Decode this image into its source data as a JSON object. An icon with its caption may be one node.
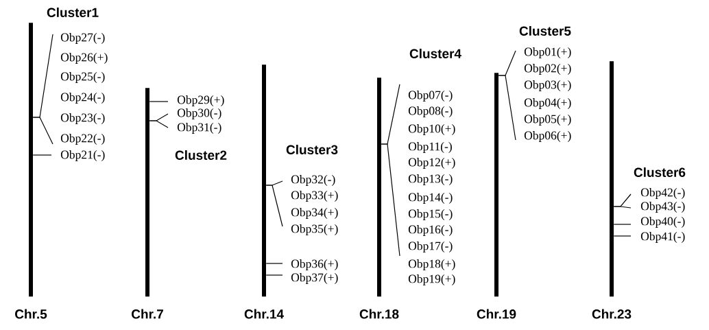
{
  "diagram": {
    "nodes": [
      {
        "text": [
          "Chr.5"
        ]
      },
      {
        "text": [
          "Obp27(-)"
        ]
      },
      {
        "text": [
          "Obp26(+)"
        ]
      },
      {
        "text": [
          "Obp25(-)"
        ]
      },
      {
        "text": [
          "Obp24(-)"
        ]
      },
      {
        "text": [
          "Obp23(-)"
        ]
      },
      {
        "text": [
          "Obp22(-)"
        ]
      },
      {
        "text": [
          "Obp21(-)"
        ]
      },
      {
        "text": [
          "Chr.7"
        ]
      },
      {
        "text": [
          "Obp29(+)"
        ]
      },
      {
        "text": [
          "Obp30(-)"
        ]
      },
      {
        "text": [
          "Obp31(-)"
        ]
      },
      {
        "text": [
          "Chr.14"
        ]
      },
      {
        "text": [
          "Obp32(-)"
        ]
      },
      {
        "text": [
          "Obp33(+)"
        ]
      },
      {
        "text": [
          "Obp34(+)"
        ]
      },
      {
        "text": [
          "Obp35(+)"
        ]
      },
      {
        "text": [
          "Obp36(+)"
        ]
      },
      {
        "text": [
          "Obp37(+)"
        ]
      },
      {
        "text": [
          "Chr.18"
        ]
      },
      {
        "text": [
          "Obp07(-)"
        ]
      },
      {
        "text": [
          "Obp08(-)"
        ]
      },
      {
        "text": [
          "Obp10(+)"
        ]
      },
      {
        "text": [
          "Obp11(-)"
        ]
      },
      {
        "text": [
          "Obp12(+)"
        ]
      },
      {
        "text": [
          "Obp13(-)"
        ]
      },
      {
        "text": [
          "Obp14(-)"
        ]
      },
      {
        "text": [
          "Obp15(-)"
        ]
      },
      {
        "text": [
          "Obp16(-)"
        ]
      },
      {
        "text": [
          "Obp17(-)"
        ]
      },
      {
        "text": [
          "Obp18(+)"
        ]
      },
      {
        "text": [
          "Obp19(+)"
        ]
      },
      {
        "text": [
          "Chr.19"
        ]
      },
      {
        "text": [
          "Obp01(+)"
        ]
      },
      {
        "text": [
          "Obp02(+)"
        ]
      },
      {
        "text": [
          "Obp03(+)"
        ]
      },
      {
        "text": [
          "Obp04(+)"
        ]
      },
      {
        "text": [
          "Obp05(+)"
        ]
      },
      {
        "text": [
          "Obp06(+)"
        ]
      },
      {
        "text": [
          "Chr.23"
        ]
      },
      {
        "text": [
          "Obp42(-)"
        ]
      },
      {
        "text": [
          "Obp43(-)"
        ]
      },
      {
        "text": [
          "Obp40(-)"
        ]
      },
      {
        "text": [
          "Obp41(-)"
        ]
      }
    ],
    "edges": [
      {
        "from": 0,
        "to": 1,
        "arrow": "none"
      },
      {
        "from": 0,
        "to": 6,
        "arrow": "none"
      },
      {
        "from": 0,
        "to": 7,
        "arrow": "none"
      },
      {
        "from": 8,
        "to": 9,
        "arrow": "none"
      },
      {
        "from": 8,
        "to": 10,
        "arrow": "none"
      },
      {
        "from": 8,
        "to": 11,
        "arrow": "none"
      },
      {
        "from": 12,
        "to": 13,
        "arrow": "none"
      },
      {
        "from": 12,
        "to": 16,
        "arrow": "none"
      },
      {
        "from": 12,
        "to": 17,
        "arrow": "none"
      },
      {
        "from": 12,
        "to": 18,
        "arrow": "none"
      },
      {
        "from": 19,
        "to": 20,
        "arrow": "none"
      },
      {
        "from": 19,
        "to": 30,
        "arrow": "none"
      },
      {
        "from": 32,
        "to": 33,
        "arrow": "none"
      },
      {
        "from": 32,
        "to": 38,
        "arrow": "none"
      },
      {
        "from": 39,
        "to": 40,
        "arrow": "none"
      },
      {
        "from": 39,
        "to": 41,
        "arrow": "none"
      },
      {
        "from": 39,
        "to": 42,
        "arrow": "none"
      },
      {
        "from": 39,
        "to": 43,
        "arrow": "none"
      }
    ],
    "labels": [
      "Cluster1",
      "Cluster2",
      "Cluster3",
      "Cluster4",
      "Cluster5",
      "Cluster6"
    ]
  }
}
